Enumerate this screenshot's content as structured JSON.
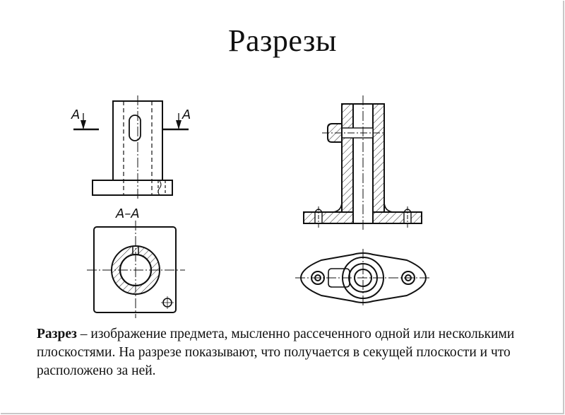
{
  "slide": {
    "title": "Разрезы",
    "section_labels": {
      "left_arrow": "А",
      "right_arrow": "А",
      "section_caption": "А–А"
    },
    "definition": {
      "term": "Разрез",
      "dash": " – ",
      "text": "изображение предмета, мысленно рассеченного одной или несколькими плоскостями. На разрезе показывают, что получается в секущей плоскости и что расположено за ней."
    }
  }
}
